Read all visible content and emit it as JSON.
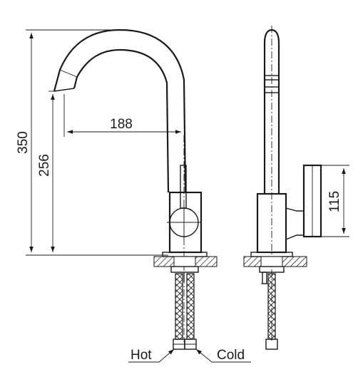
{
  "dimensions": {
    "total_height": "350",
    "spout_height": "256",
    "spout_reach": "188",
    "lever_height": "115"
  },
  "labels": {
    "hot": "Hot",
    "cold": "Cold"
  },
  "colors": {
    "line": "#1a1a1a",
    "background": "#ffffff"
  }
}
